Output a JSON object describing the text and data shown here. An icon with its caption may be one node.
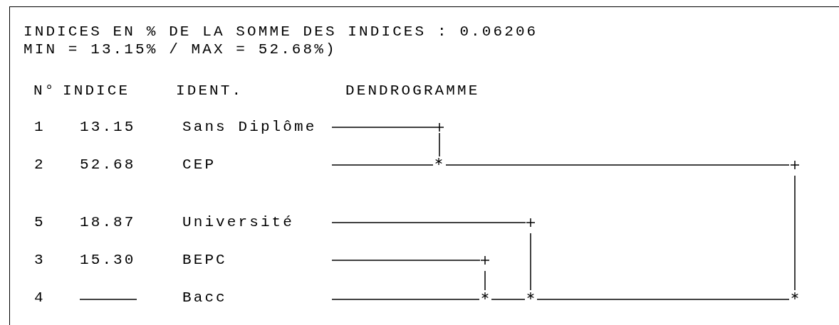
{
  "diagram": {
    "labels": [
      "INDICES EN % DE LA SOMME DES INDICES : 0.06206",
      "MIN = 13.15% / MAX = 52.68%)",
      "N°",
      "INDICE",
      "IDENT.",
      "DENDROGRAMME",
      "1",
      "13.15",
      "Sans Diplôme",
      "2",
      "52.68",
      "CEP",
      "5",
      "18.87",
      "Université",
      "3",
      "15.30",
      "BEPC",
      "4",
      "Bacc"
    ]
  }
}
